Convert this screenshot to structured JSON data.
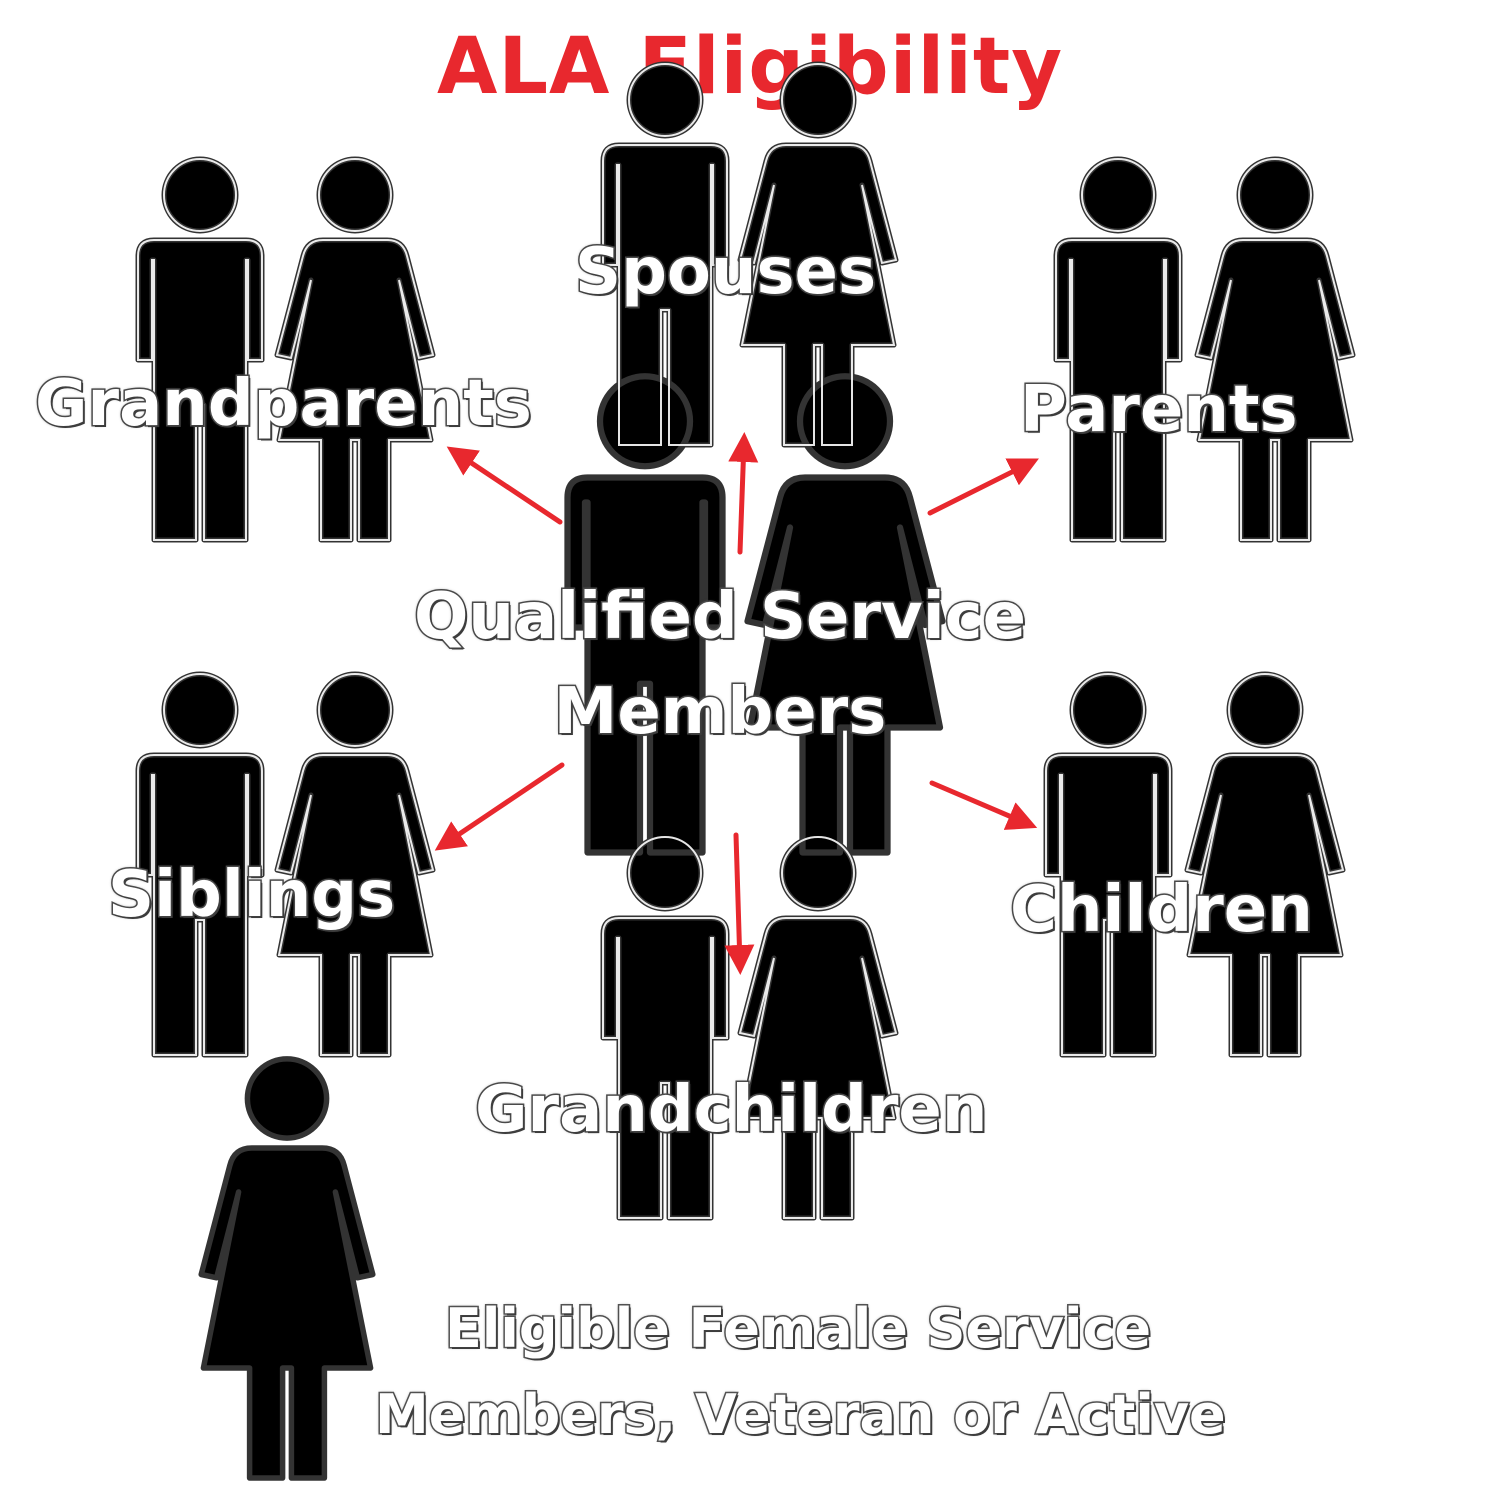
{
  "title": "ALA Eligibility",
  "colors": {
    "accent": "#e8282e",
    "figure": "#000000",
    "figure_edge": "#ffffff"
  },
  "center": {
    "line1": "Qualified Service",
    "line2": "Members"
  },
  "groups": {
    "spouses": "Spouses",
    "grandparents": "Grandparents",
    "parents": "Parents",
    "siblings": "Siblings",
    "children": "Children",
    "grandchildren": "Grandchildren"
  },
  "footer": {
    "line1": "Eligible Female Service",
    "line2": "Members, Veteran or Active"
  },
  "icons": [
    "man-figure-icon",
    "woman-figure-icon",
    "arrow-icon"
  ]
}
